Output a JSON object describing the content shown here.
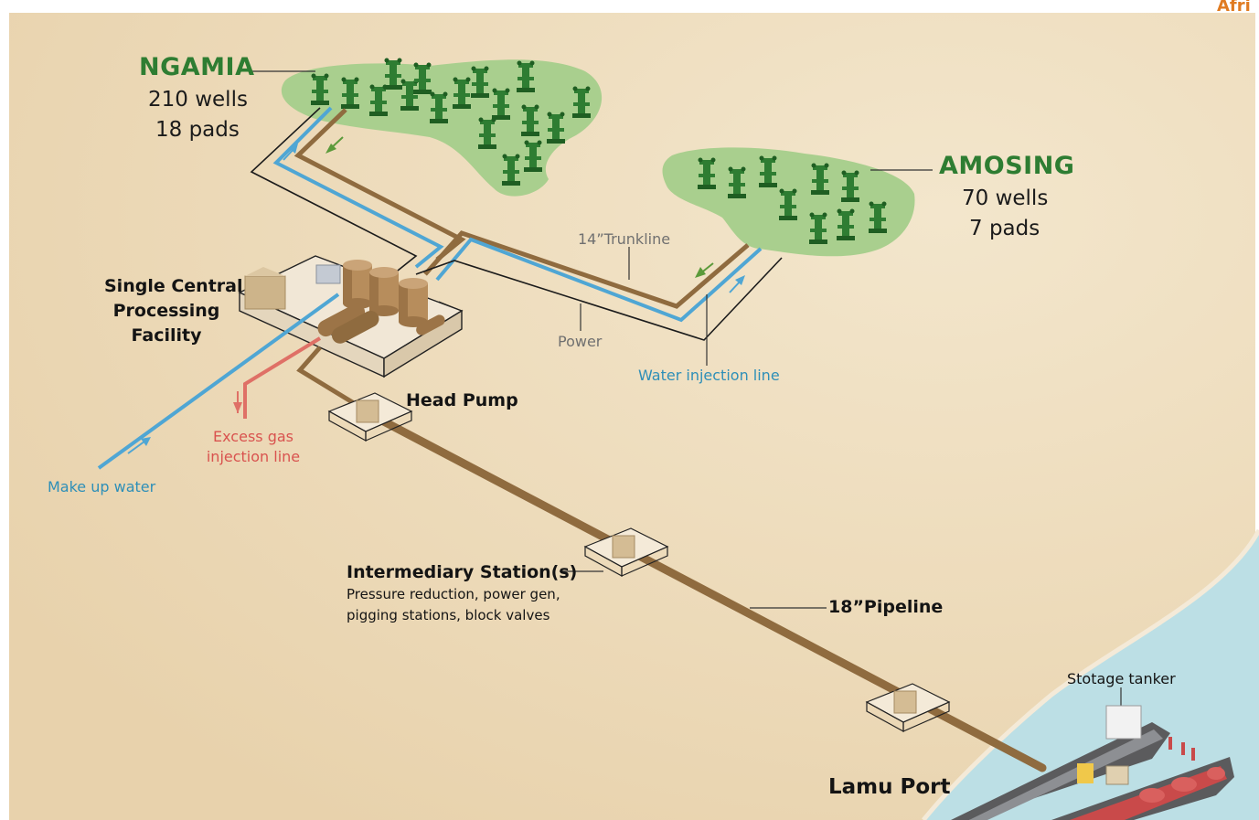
{
  "corner_text": "Afri",
  "fields": {
    "ngamia": {
      "name": "NGAMIA",
      "wells": "210 wells",
      "pads": "18 pads"
    },
    "amosing": {
      "name": "AMOSING",
      "wells": "70 wells",
      "pads": "7 pads"
    }
  },
  "labels": {
    "cpf": [
      "Single Central",
      "Processing",
      "Facility"
    ],
    "trunkline": "14”Trunkline",
    "power": "Power",
    "water_injection": "Water injection line",
    "head_pump": "Head Pump",
    "excess_gas": [
      "Excess gas",
      "injection line"
    ],
    "make_up_water": "Make up water",
    "intermediary_title": "Intermediary Station(s)",
    "intermediary_desc": [
      "Pressure reduction, power gen,",
      "pigging stations, block valves"
    ],
    "pipeline": "18”Pipeline",
    "storage_tanker": "Stotage tanker",
    "lamu_port": "Lamu Port"
  },
  "colors": {
    "background": "#efdfc1",
    "field_green": "#a9cf8e",
    "well_green": "#2e7d32",
    "pipeline_brown": "#8f6b3f",
    "water_blue": "#4fa6d4",
    "gas_red": "#df7066",
    "sea": "#bcdfe5"
  }
}
